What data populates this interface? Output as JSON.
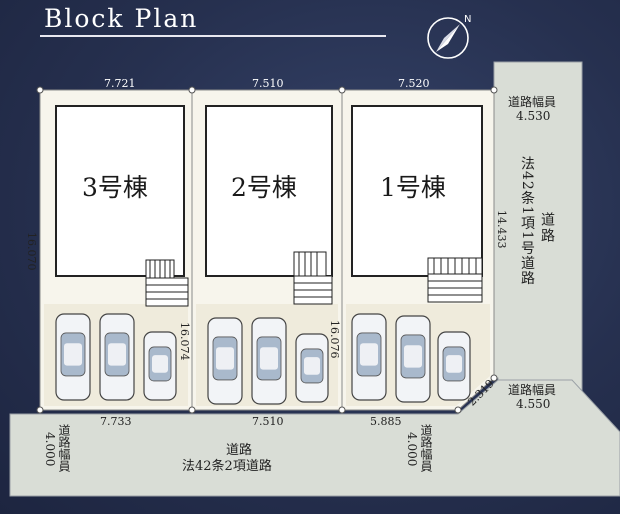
{
  "title": "Block Plan",
  "compass": {
    "icon": "north-arrow-icon",
    "label": "N"
  },
  "buildings": [
    {
      "name": "3号棟"
    },
    {
      "name": "2号棟"
    },
    {
      "name": "1号棟"
    }
  ],
  "dimensions": {
    "top": [
      "7.721",
      "7.510",
      "7.520"
    ],
    "bottom": [
      "7.733",
      "7.510",
      "5.885",
      "2.319"
    ],
    "left": "16.070",
    "divider_left": "16.074",
    "divider_right": "16.076",
    "right": "14.433"
  },
  "roads": {
    "east_width_label": "道路幅員",
    "east_width_top": "4.530",
    "east_width_bottom": "4.550",
    "east_road_name": "法42条1項1号道路",
    "east_road_word": "道路",
    "south_road_word": "道路",
    "south_road_name": "法42条2項道路",
    "south_width_label": "道路幅員",
    "south_width": "4.000"
  },
  "colors": {
    "background": "#26304f",
    "lot": "#f5f3ea",
    "road": "#d9ddd6",
    "parking": "#ece8d8",
    "house": "#ffffff"
  }
}
